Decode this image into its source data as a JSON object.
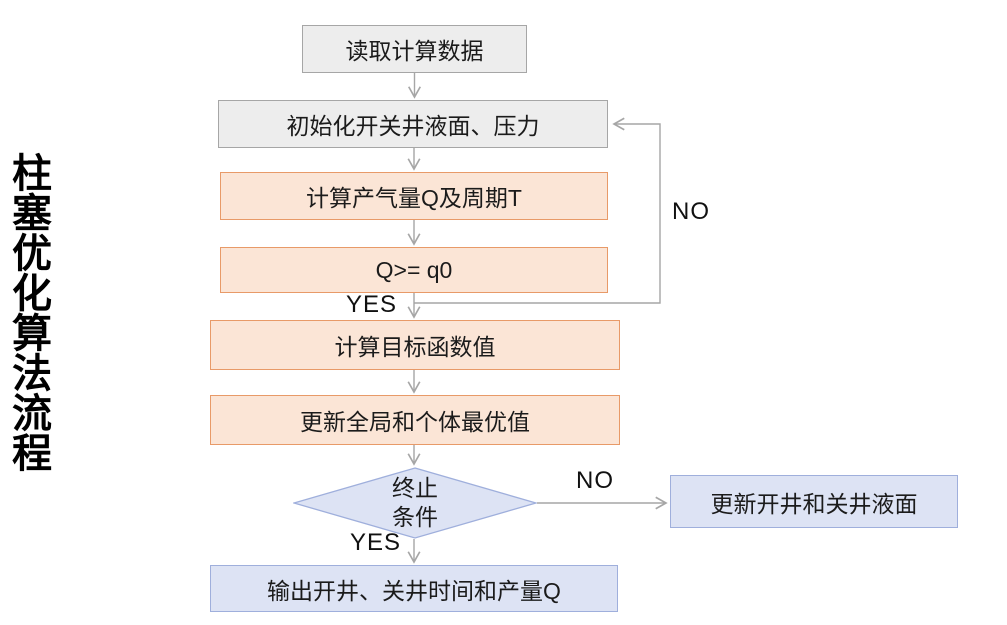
{
  "title": {
    "text": "柱塞优化算法流程"
  },
  "colors": {
    "gray_fill": "#EDEDED",
    "gray_border": "#A6A6A6",
    "orange_fill": "#FBE5D6",
    "orange_border": "#E89A68",
    "blue_fill": "#DDE3F4",
    "blue_border": "#9FAFDC",
    "arrow": "#A6A6A6",
    "text": "#1B1B1B"
  },
  "flowchart": {
    "nodes": {
      "read_data": {
        "label": "读取计算数据",
        "type": "process-gray"
      },
      "init": {
        "label": "初始化开关井液面、压力",
        "type": "process-gray"
      },
      "calc_q": {
        "label": "计算产气量Q及周期T",
        "type": "process-orange"
      },
      "check_q": {
        "label": "Q>= q0",
        "type": "condition-orange"
      },
      "calc_obj": {
        "label": "计算目标函数值",
        "type": "process-orange"
      },
      "update_best": {
        "label": "更新全局和个体最优值",
        "type": "process-orange"
      },
      "terminate": {
        "line1": "终止",
        "line2": "条件",
        "type": "decision-diamond"
      },
      "update_level": {
        "label": "更新开井和关井液面",
        "type": "process-blue"
      },
      "output": {
        "label": "输出开井、关井时间和产量Q",
        "type": "terminal-blue"
      }
    },
    "edge_labels": {
      "yes_check": "YES",
      "no_check": "NO",
      "no_terminate": "NO",
      "yes_terminate": "YES"
    }
  }
}
